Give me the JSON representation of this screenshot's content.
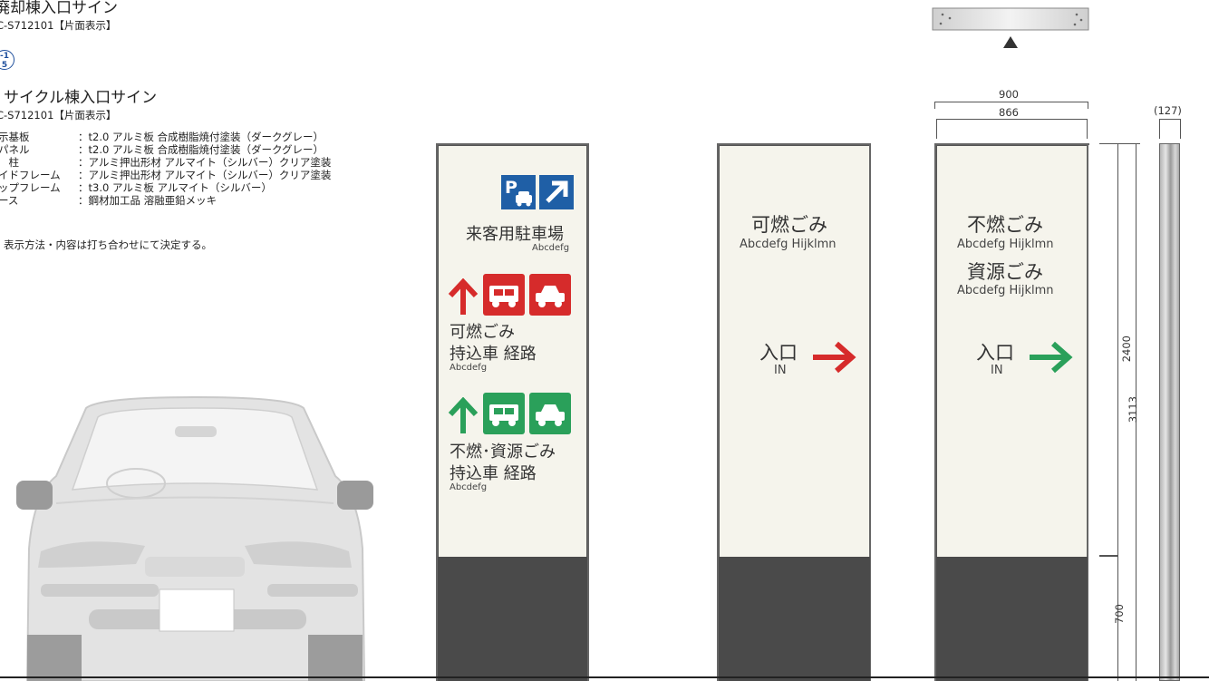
{
  "spec": {
    "title_top": "廃却棟入口サイン",
    "code_top": "C-S712101【片面表示】",
    "badge_top": "-1",
    "badge_bottom": "5",
    "title_main": "サイクル棟入口サイン",
    "code_main": "C-S712101【片面表示】",
    "rows": [
      {
        "key": "示基板",
        "value": "：t2.0 アルミ板 合成樹脂焼付塗装（ダークグレー）"
      },
      {
        "key": "パネル",
        "value": "：t2.0 アルミ板 合成樹脂焼付塗装（ダークグレー）"
      },
      {
        "key": "　柱",
        "value": "：アルミ押出形材 アルマイト（シルバー）クリア塗装"
      },
      {
        "key": "イドフレーム",
        "value": "：アルミ押出形材 アルマイト（シルバー）クリア塗装"
      },
      {
        "key": "ップフレーム",
        "value": "：t3.0 アルミ板 アルマイト（シルバー）"
      },
      {
        "key": "ース",
        "value": "：鋼材加工品 溶融亜鉛メッキ"
      }
    ],
    "note": "表示方法・内容は打ち合わせにて決定する。"
  },
  "sign1": {
    "parking_label": "来客用駐車場",
    "parking_en": "Abcdefg",
    "red_label_1": "可燃ごみ",
    "red_label_2": "持込車 経路",
    "red_en": "Abcdefg",
    "green_label_1": "不燃･資源ごみ",
    "green_label_2": "持込車 経路",
    "green_en": "Abcdefg"
  },
  "sign2": {
    "label": "可燃ごみ",
    "en": "Abcdefg Hijklmn",
    "entrance": "入口",
    "entrance_en": "IN"
  },
  "sign3": {
    "label_1": "不燃ごみ",
    "en_1": "Abcdefg Hijklmn",
    "label_2": "資源ごみ",
    "en_2": "Abcdefg Hijklmn",
    "entrance": "入口",
    "entrance_en": "IN"
  },
  "dimensions": {
    "width_outer": "900",
    "width_inner": "866",
    "depth": "(127)",
    "panel_height": "2400",
    "total_height": "3113",
    "base_height": "700"
  },
  "colors": {
    "blue": "#1f5fa6",
    "red": "#d62b2b",
    "green": "#2aa05a",
    "panel": "#f5f4ec",
    "base": "#4a4a4a"
  }
}
